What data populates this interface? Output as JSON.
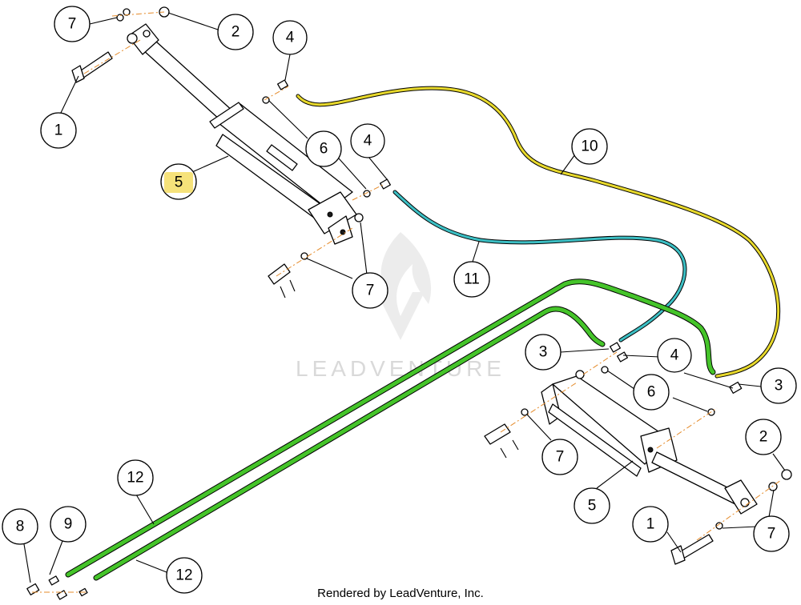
{
  "diagram": {
    "highlighted_callout": "5",
    "highlight_color": "#f6e27a",
    "hose_colors": {
      "hose-10": "#e8d92c",
      "hose-11": "#3cbfc4",
      "hose-12": "#45c42a"
    },
    "callouts": [
      {
        "id": "c7-top-left",
        "label": "7"
      },
      {
        "id": "c2-top",
        "label": "2"
      },
      {
        "id": "c4-top",
        "label": "4"
      },
      {
        "id": "c1-left",
        "label": "1"
      },
      {
        "id": "c6-upper",
        "label": "6"
      },
      {
        "id": "c4-mid",
        "label": "4"
      },
      {
        "id": "c10",
        "label": "10"
      },
      {
        "id": "c5-upper",
        "label": "5"
      },
      {
        "id": "c11",
        "label": "11"
      },
      {
        "id": "c7-upper-mid",
        "label": "7"
      },
      {
        "id": "c3-left",
        "label": "3"
      },
      {
        "id": "c4-lower",
        "label": "4"
      },
      {
        "id": "c3-right",
        "label": "3"
      },
      {
        "id": "c6-lower",
        "label": "6"
      },
      {
        "id": "c7-lower-mid",
        "label": "7"
      },
      {
        "id": "c2-right",
        "label": "2"
      },
      {
        "id": "c12-upper",
        "label": "12"
      },
      {
        "id": "c5-lower",
        "label": "5"
      },
      {
        "id": "c8",
        "label": "8"
      },
      {
        "id": "c9",
        "label": "9"
      },
      {
        "id": "c1-lower",
        "label": "1"
      },
      {
        "id": "c7-lower-right",
        "label": "7"
      },
      {
        "id": "c12-lower",
        "label": "12"
      }
    ]
  },
  "watermark": {
    "text": "LEADVENTURE"
  },
  "footer": {
    "text": "Rendered by LeadVenture, Inc."
  }
}
